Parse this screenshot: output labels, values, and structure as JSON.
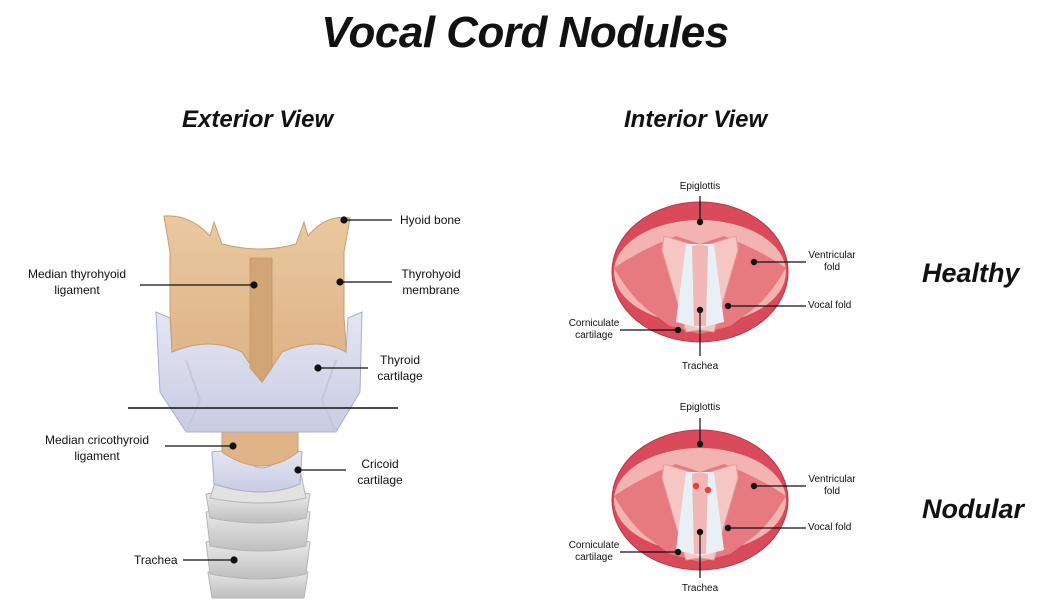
{
  "title": "Vocal Cord Nodules",
  "exterior": {
    "heading": "Exterior View",
    "labels": {
      "hyoid": "Hyoid bone",
      "median_thyrohyoid": "Median thyrohyoid ligament",
      "thyrohyoid_membrane": "Thyrohyoid membrane",
      "thyroid_cartilage": "Thyroid cartilage",
      "median_cricothyroid": "Median cricothyroid ligament",
      "cricoid": "Cricoid cartilage",
      "trachea": "Trachea"
    }
  },
  "interior": {
    "heading": "Interior View",
    "healthy": {
      "state": "Healthy",
      "epiglottis": "Epiglottis",
      "ventricular": "Ventricular fold",
      "vocal_fold": "Vocal fold",
      "corniculate": "Corniculate cartilage",
      "trachea": "Trachea"
    },
    "nodular": {
      "state": "Nodular",
      "epiglottis": "Epiglottis",
      "ventricular": "Ventricular fold",
      "vocal_fold": "Vocal fold",
      "corniculate": "Corniculate cartilage",
      "trachea": "Trachea"
    }
  },
  "colors": {
    "cartilage_tan": "#E3B98D",
    "cartilage_dark": "#D1A273",
    "thyroid_lavender": "#D9DCEE",
    "trachea_grey": "#D6D6D6",
    "outer_red": "#D94A5A",
    "inner_pink": "#F0A7A5",
    "nodule": "#E8432E"
  }
}
